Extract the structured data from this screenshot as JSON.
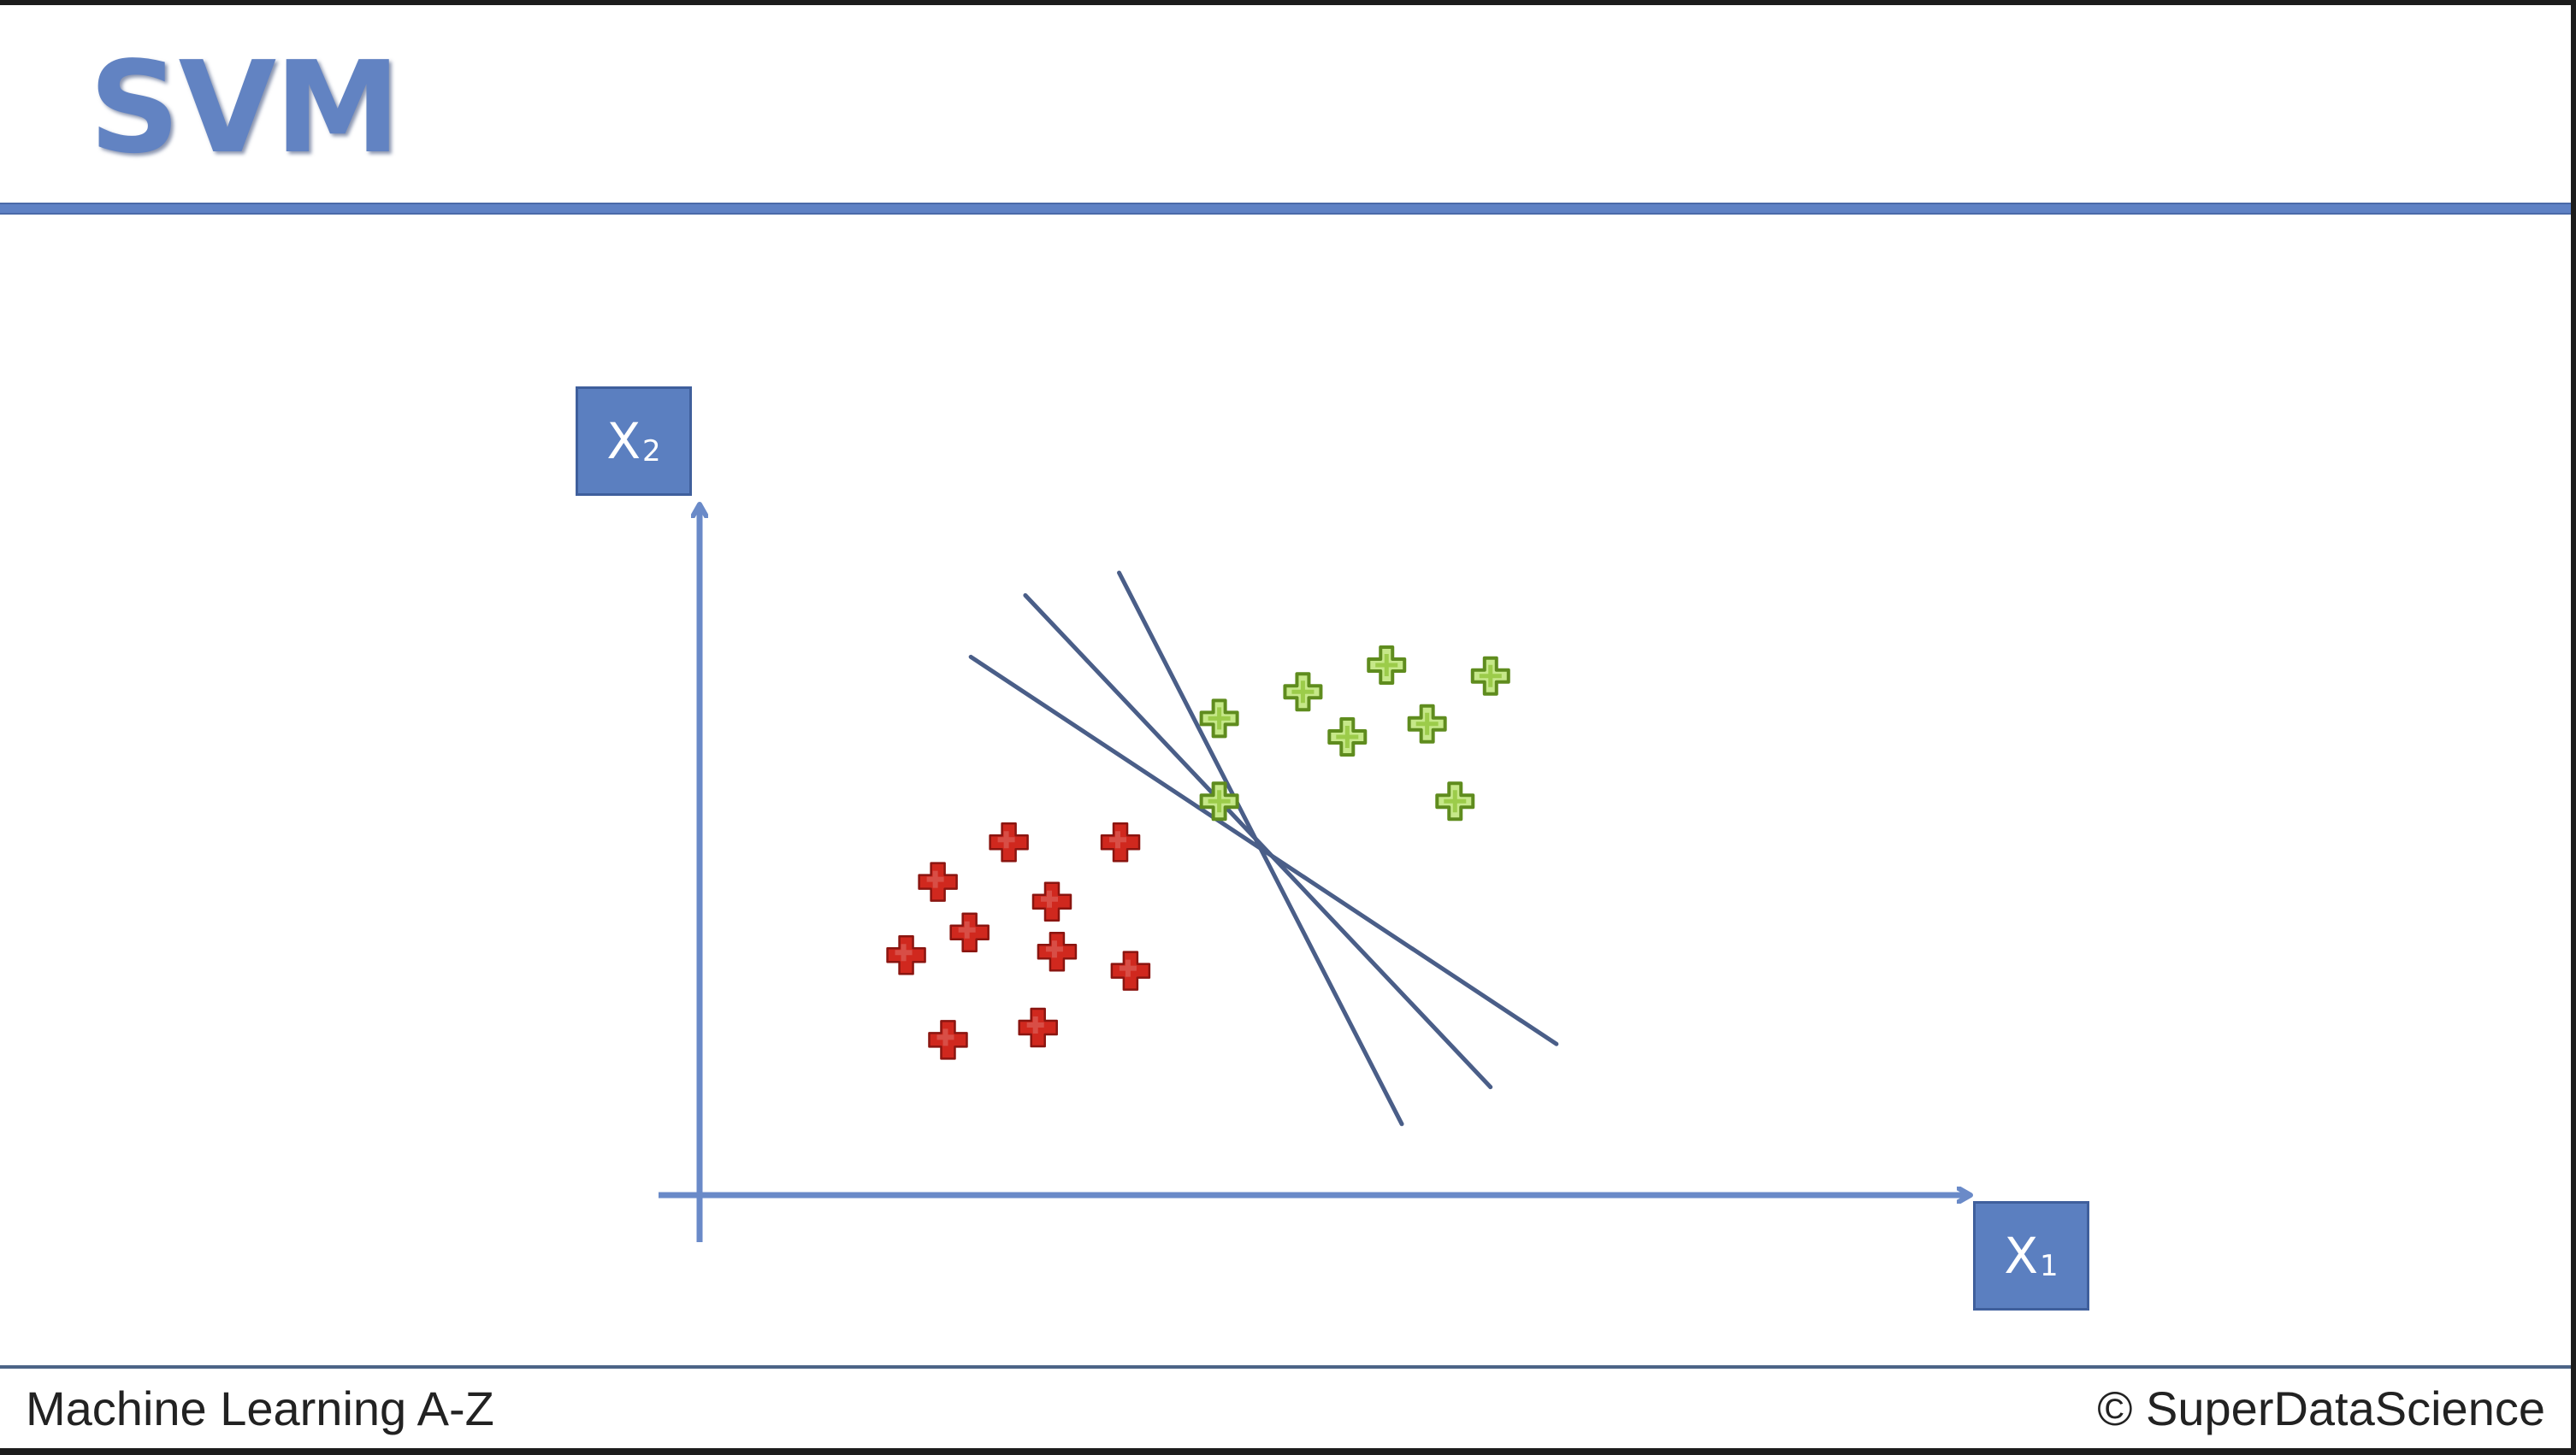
{
  "slide": {
    "title": "SVM",
    "footer_left": "Machine Learning A-Z",
    "footer_right": "© SuperDataScience"
  },
  "axes": {
    "x": {
      "letter": "X",
      "subscript": "1"
    },
    "y": {
      "letter": "X",
      "subscript": "2"
    }
  },
  "colors": {
    "accent": "#5e81c4",
    "axis": "#6a8ac8",
    "boundary_line": "#4a5e88",
    "class_red": "#d0281e",
    "class_green": "#9ccc4a"
  },
  "chart_data": {
    "type": "scatter",
    "xlim": [
      0,
      100
    ],
    "ylim": [
      0,
      100
    ],
    "series": [
      {
        "marker": "red-plus",
        "points": [
          [
            24.4,
            51.6
          ],
          [
            33.2,
            51.6
          ],
          [
            18.8,
            45.8
          ],
          [
            27.8,
            42.9
          ],
          [
            21.3,
            38.4
          ],
          [
            28.2,
            35.6
          ],
          [
            16.3,
            35.1
          ],
          [
            34.0,
            32.8
          ],
          [
            19.6,
            22.7
          ],
          [
            26.7,
            24.5
          ]
        ]
      },
      {
        "marker": "green-plus",
        "points": [
          [
            41.0,
            69.7
          ],
          [
            47.6,
            73.6
          ],
          [
            54.2,
            77.5
          ],
          [
            62.4,
            75.9
          ],
          [
            57.4,
            68.9
          ],
          [
            51.1,
            67.0
          ],
          [
            41.0,
            57.6
          ],
          [
            59.6,
            57.6
          ]
        ]
      }
    ],
    "boundaries": [
      {
        "from": [
          21.4,
          78.7
        ],
        "to": [
          67.6,
          22.1
        ]
      },
      {
        "from": [
          25.7,
          87.7
        ],
        "to": [
          62.4,
          15.8
        ]
      },
      {
        "from": [
          33.1,
          91.0
        ],
        "to": [
          55.4,
          10.4
        ]
      }
    ]
  }
}
